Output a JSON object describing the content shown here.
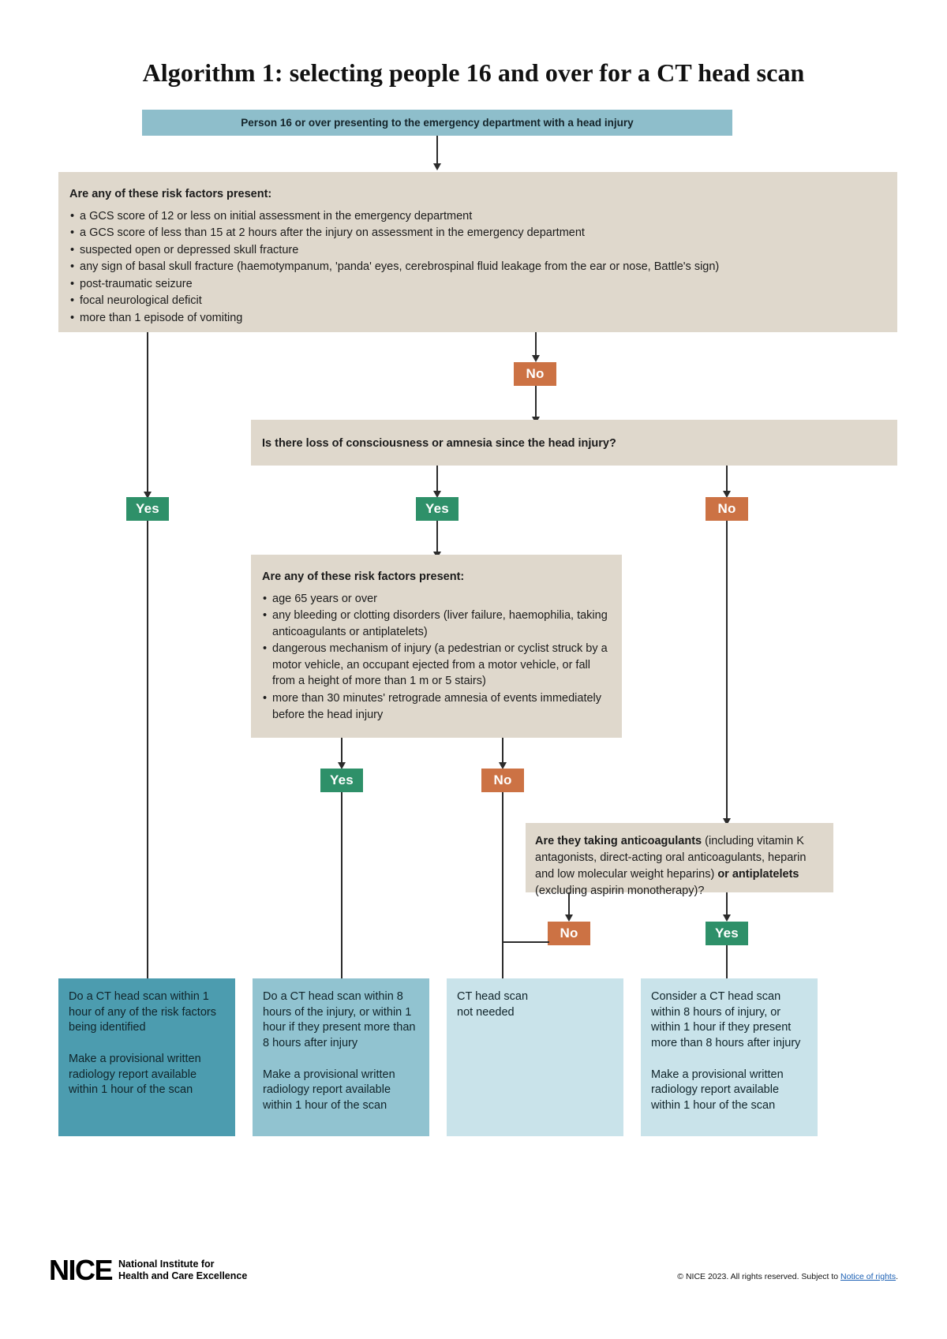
{
  "title": "Algorithm 1: selecting people 16 and over for a CT head scan",
  "banner": {
    "text": "Person 16 or over presenting to the emergency department with a head injury"
  },
  "decision1": {
    "heading": "Are any of these risk factors present:",
    "bullets": [
      "a GCS score of 12 or less on initial assessment in the emergency department",
      "a GCS score of less than 15 at 2 hours after the injury on assessment in the emergency department",
      "suspected open or depressed skull fracture",
      "any sign of basal skull fracture (haemotympanum, 'panda' eyes, cerebrospinal fluid leakage from the ear or nose, Battle's sign)",
      "post-traumatic seizure",
      "focal neurological deficit",
      "more than 1 episode of vomiting"
    ]
  },
  "decision2": {
    "text": "Is there loss of consciousness or amnesia since the head injury?"
  },
  "decision3": {
    "heading": "Are any of these risk factors present:",
    "bullets": [
      "age 65 years or over",
      "any bleeding or clotting disorders (liver failure, haemophilia, taking anticoagulants or antiplatelets)",
      "dangerous mechanism of injury (a pedestrian or cyclist struck by a motor vehicle, an occupant ejected from a motor vehicle, or fall from a height of more than 1 m or 5 stairs)",
      "more than 30 minutes' retrograde amnesia of events immediately before the head injury"
    ]
  },
  "decision4": {
    "part1_bold": "Are they taking anticoagulants",
    "part2": " (including vitamin K antagonists, direct-acting oral anticoagulants, heparin and low molecular weight heparins) ",
    "part3_bold": "or",
    "part4": " ",
    "part5_bold": "antiplatelets",
    "part6": " (excluding aspirin monotherapy)?"
  },
  "badges": {
    "yes": "Yes",
    "no": "No"
  },
  "outcomes": {
    "o1": "Do a CT head scan within 1 hour of any of the risk factors being identified\n\nMake a provisional written radiology report available within 1 hour of the scan",
    "o2": "Do a CT head scan within 8 hours of the injury, or within 1 hour if they present more than 8 hours after injury\n\nMake a provisional written radiology report available within 1 hour of the scan",
    "o3": "CT head scan\nnot needed",
    "o4": "Consider a CT head scan within 8 hours of injury, or within 1 hour if they present more than 8 hours after injury\n\nMake a provisional written radiology report available within 1 hour of the scan"
  },
  "footer": {
    "logo_mark": "NICE",
    "logo_line1": "National Institute for",
    "logo_line2": "Health and Care Excellence",
    "copyright_prefix": "© NICE 2023. All rights reserved. Subject to ",
    "copyright_link": "Notice of rights",
    "copyright_suffix": "."
  },
  "colors": {
    "banner": "#8EBECB",
    "decision": "#DFD8CC",
    "yes": "#2E9069",
    "no": "#CC7244",
    "outcome1": "#4C9CAF",
    "outcome2": "#91C3D0",
    "outcome3": "#C9E3EA",
    "outcome4": "#C9E3EA",
    "connector": "#2b2b2b"
  }
}
